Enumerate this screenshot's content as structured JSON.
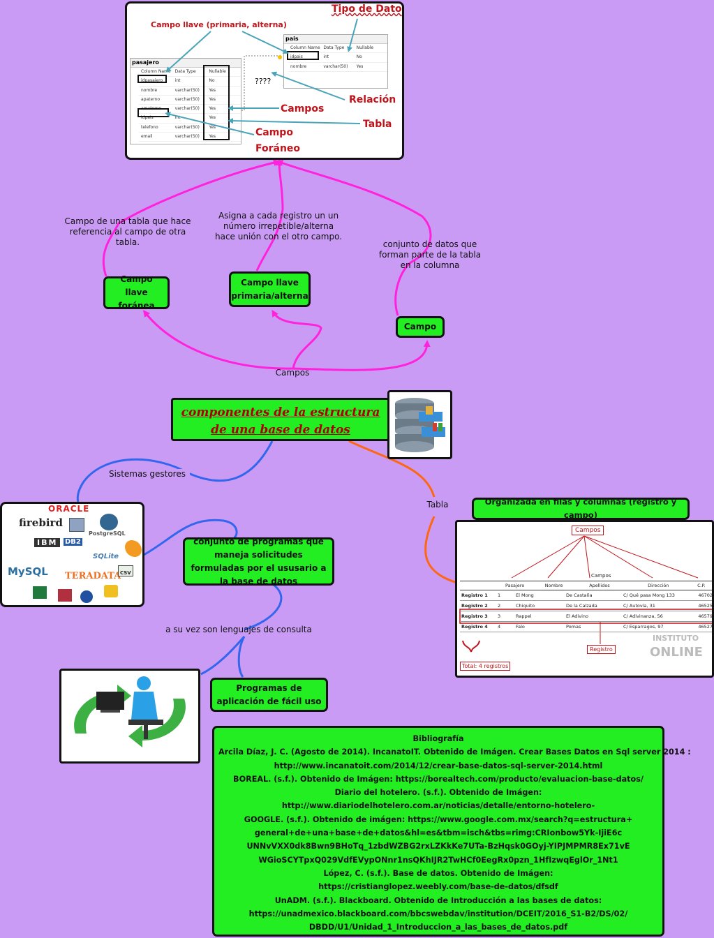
{
  "title": {
    "line1": "componentes de la estructura",
    "line2": "de una base de datos"
  },
  "branches": {
    "campos": "Campos",
    "sistemas": "Sistemas gestores",
    "tabla": "Tabla"
  },
  "nodes": {
    "foranea": "Campo llave foránea",
    "primaria": "Campo llave primaria/alterna",
    "campo": "Campo",
    "programas": "conjunto de programas que maneja solicitudes formuladas por el ususario a la base de datos",
    "aplicacion": "Programas de aplicación de fácil uso",
    "organizada": "Organizada en filas y columnas (registro y campo)"
  },
  "labels": {
    "foranea_desc": "Campo de una tabla que hace referencia al campo de otra tabla.",
    "primaria_desc": "Asigna a cada registro un un número irrepetible/alterna hace unión con el otro campo.",
    "campo_desc": "conjunto de datos que forman parte de la tabla en la columna",
    "consulta": "a su vez son lenguajes de consulta"
  },
  "schema": {
    "tipo_dato": "Tipo de Dato",
    "llave": "Campo llave (primaria, alterna)",
    "relacion": "Relación",
    "campos": "Campos",
    "tabla": "Tabla",
    "foraneo1": "Campo",
    "foraneo2": "Foráneo",
    "unknown": "????",
    "pasajero": {
      "name": "pasajero",
      "headers": [
        "Column Name",
        "Data Type",
        "Nullable"
      ],
      "rows": [
        [
          "idpasajero",
          "int",
          "No"
        ],
        [
          "nombre",
          "varchar(50)",
          "Yes"
        ],
        [
          "apaterno",
          "varchar(50)",
          "Yes"
        ],
        [
          "amaterno",
          "varchar(50)",
          "Yes"
        ],
        [
          "idpais",
          "int",
          "Yes"
        ],
        [
          "telefono",
          "varchar(50)",
          "Yes"
        ],
        [
          "email",
          "varchar(50)",
          "Yes"
        ]
      ]
    },
    "pais": {
      "name": "pais",
      "headers": [
        "Column Name",
        "Data Type",
        "Nullable"
      ],
      "rows": [
        [
          "idpais",
          "int",
          "No"
        ],
        [
          "nombre",
          "varchar(50)",
          "Yes"
        ]
      ]
    }
  },
  "sistemas_logos": [
    "ORACLE",
    "firebird",
    "PostgreSQL",
    "IBM",
    "DB2",
    "SQLite",
    "MySQL",
    "TERADATA",
    "CSV"
  ],
  "tabla_img": {
    "campos": "Campos",
    "campos_sub": "Campos",
    "headers": [
      "Pasajero",
      "Nombre",
      "Apellidos",
      "Dirección",
      "C.P."
    ],
    "rows": [
      [
        "Registro 1",
        "1",
        "El Mong",
        "De Castaña",
        "C/ Qué pasa Mong 133",
        "46702"
      ],
      [
        "Registro 2",
        "2",
        "Chiquito",
        "De la Calzada",
        "C/ Autovía, 31",
        "46525"
      ],
      [
        "Registro 3",
        "3",
        "Rappel",
        "El Adivino",
        "C/ Adivinanza, 56",
        "46579"
      ],
      [
        "Registro 4",
        "4",
        "Falo",
        "Pomas",
        "C/ Esparragos, 97",
        "46527"
      ]
    ],
    "registro": "Registro",
    "total": "Total: 4 registros",
    "watermark1": "INSTITUTO",
    "watermark2": "ONLINE"
  },
  "bibliografia": {
    "heading": "Bibliografía",
    "lines": [
      "Arcila Díaz, J. C. (Agosto de 2014). IncanatoIT. Obtenido de Imágen. Crear Bases Datos en Sql server 2014 :",
      "http://www.incanatoit.com/2014/12/crear-base-datos-sql-server-2014.html",
      "BOREAL. (s.f.). Obtenido de Imágen: https://borealtech.com/producto/evaluacion-base-datos/",
      "Diario del hotelero. (s.f.). Obtenido de Imágen:",
      "http://www.diariodelhotelero.com.ar/noticias/detalle/entorno-hotelero-",
      "GOOGLE. (s.f.). Obtenido de imágen: https://www.google.com.mx/search?q=estructura+",
      "general+de+una+base+de+datos&hl=es&tbm=isch&tbs=rimg:CRIonbow5Yk-IjiE6c",
      "UNNvVXX0dk8Bwn9BHoTq_1zbdWZBG2rxLZKkKe7UTa-BzHqsk0GOyj-YIPJMPMR8Ex71vE",
      "WGioSCYTpxQ029VdfEVypONnr1nsQKhIJR2TwHCf0EegRx0pzn_1HfIzwqEglOr_1Nt1",
      "López, C. (s.f.). Base de datos. Obtenido de Imágen:",
      "https://cristianglopez.weebly.com/base-de-datos/dfsdf",
      "UnADM. (s.f.). Blackboard. Obtenido de Introducción a las bases de datos:",
      "https://unadmexico.blackboard.com/bbcswebdav/institution/DCEIT/2016_S1-B2/DS/02/",
      "DBDD/U1/Unidad_1_Introduccion_a_las_bases_de_datos.pdf"
    ]
  },
  "colors": {
    "background": "#c99bf5",
    "node": "#22ee22",
    "magenta": "#ff22dd",
    "blue": "#3366ee",
    "orange": "#ff6611",
    "red": "#c0141a"
  }
}
